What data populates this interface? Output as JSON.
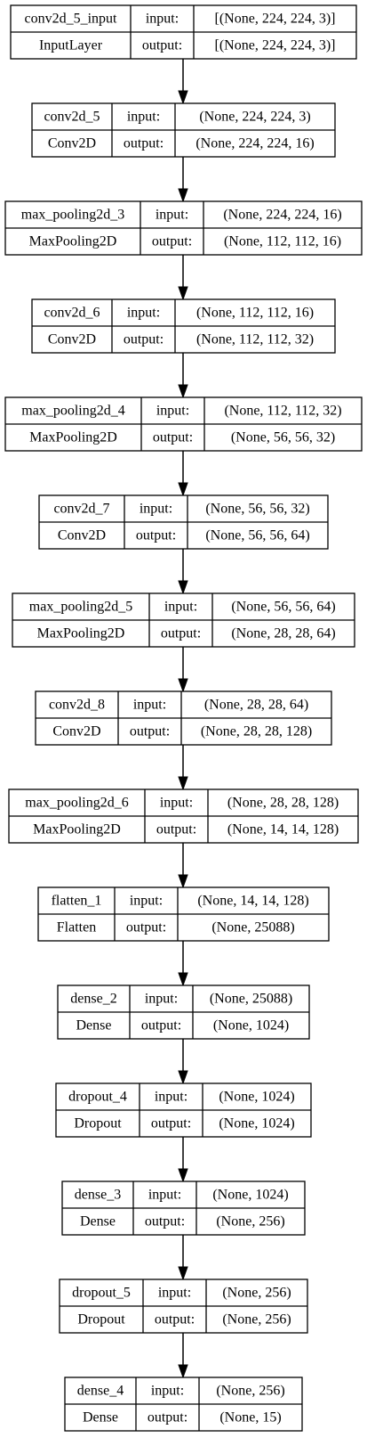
{
  "diagram": {
    "port_labels": {
      "input": "input:",
      "output": "output:"
    },
    "nodes": [
      {
        "name": "conv2d_5_input",
        "type": "InputLayer",
        "input": "[(None, 224, 224, 3)]",
        "output": "[(None, 224, 224, 3)]"
      },
      {
        "name": "conv2d_5",
        "type": "Conv2D",
        "input": "(None, 224, 224, 3)",
        "output": "(None, 224, 224, 16)"
      },
      {
        "name": "max_pooling2d_3",
        "type": "MaxPooling2D",
        "input": "(None, 224, 224, 16)",
        "output": "(None, 112, 112, 16)"
      },
      {
        "name": "conv2d_6",
        "type": "Conv2D",
        "input": "(None, 112, 112, 16)",
        "output": "(None, 112, 112, 32)"
      },
      {
        "name": "max_pooling2d_4",
        "type": "MaxPooling2D",
        "input": "(None, 112, 112, 32)",
        "output": "(None, 56, 56, 32)"
      },
      {
        "name": "conv2d_7",
        "type": "Conv2D",
        "input": "(None, 56, 56, 32)",
        "output": "(None, 56, 56, 64)"
      },
      {
        "name": "max_pooling2d_5",
        "type": "MaxPooling2D",
        "input": "(None, 56, 56, 64)",
        "output": "(None, 28, 28, 64)"
      },
      {
        "name": "conv2d_8",
        "type": "Conv2D",
        "input": "(None, 28, 28, 64)",
        "output": "(None, 28, 28, 128)"
      },
      {
        "name": "max_pooling2d_6",
        "type": "MaxPooling2D",
        "input": "(None, 28, 28, 128)",
        "output": "(None, 14, 14, 128)"
      },
      {
        "name": "flatten_1",
        "type": "Flatten",
        "input": "(None, 14, 14, 128)",
        "output": "(None, 25088)"
      },
      {
        "name": "dense_2",
        "type": "Dense",
        "input": "(None, 25088)",
        "output": "(None, 1024)"
      },
      {
        "name": "dropout_4",
        "type": "Dropout",
        "input": "(None, 1024)",
        "output": "(None, 1024)"
      },
      {
        "name": "dense_3",
        "type": "Dense",
        "input": "(None, 1024)",
        "output": "(None, 256)"
      },
      {
        "name": "dropout_5",
        "type": "Dropout",
        "input": "(None, 256)",
        "output": "(None, 256)"
      },
      {
        "name": "dense_4",
        "type": "Dense",
        "input": "(None, 256)",
        "output": "(None, 15)"
      }
    ]
  }
}
